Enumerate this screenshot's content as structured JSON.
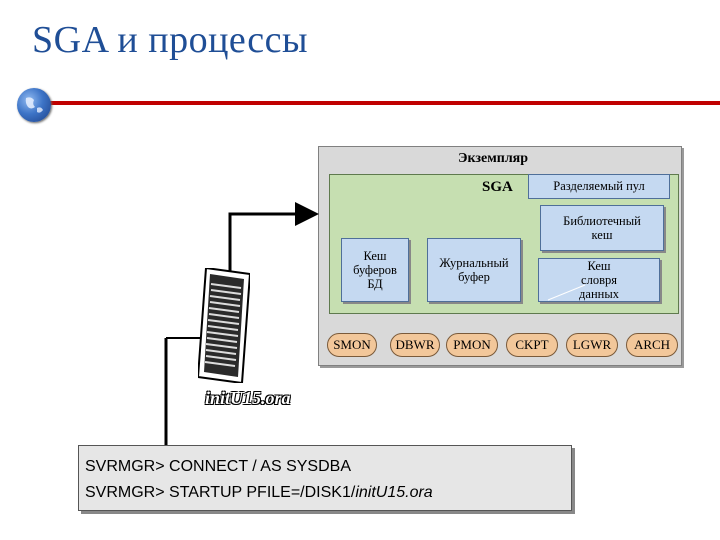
{
  "title": "SGA и процессы",
  "instance": {
    "label": "Экземпляр"
  },
  "sga": {
    "label": "SGA",
    "shared_pool": "Разделяемый пул",
    "library_cache": [
      "Библиотечный",
      "кеш"
    ],
    "dictionary_cache": [
      "Кеш",
      "словря",
      "данных"
    ],
    "buffer_cache": [
      "Кеш",
      "буферов",
      "БД"
    ],
    "redo_buffer": [
      "Журнальный",
      "буфер"
    ]
  },
  "processes": [
    "SMON",
    "DBWR",
    "PMON",
    "CKPT",
    "LGWR",
    "ARCH"
  ],
  "parameter_file": "initU15.ora",
  "commands": [
    {
      "prefix": "SVRMGR> CONNECT / AS SYSDBA",
      "italic": ""
    },
    {
      "prefix": "SVRMGR> STARTUP PFILE=/DISK1/",
      "italic": "initU15.ora"
    }
  ]
}
